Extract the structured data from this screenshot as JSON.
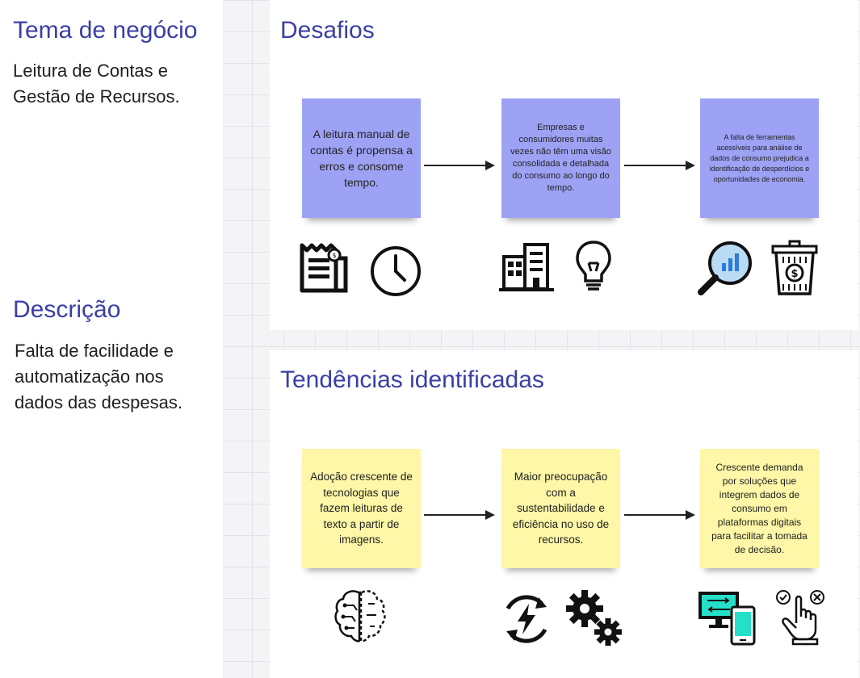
{
  "sidebar": {
    "business_title": "Tema de negócio",
    "business_text": "Leitura de Contas e Gestão de Recursos.",
    "description_title": "Descrição",
    "description_text": "Falta de facilidade e automatização nos dados das despesas."
  },
  "challenges": {
    "title": "Desafios",
    "notes": [
      "A leitura manual de contas é propensa a erros e consome tempo.",
      "Empresas e consumidores muitas vezes não têm uma visão consolidada e detalhada do consumo ao longo do tempo.",
      "A falta de ferramentas acessíveis para análise de dados de consumo prejudica a identificação de desperdícios e oportunidades de economia."
    ]
  },
  "trends": {
    "title": "Tendências identificadas",
    "notes": [
      "Adoção crescente de tecnologias que fazem leituras de texto a partir de imagens.",
      "Maior preocupação com a sustentabilidade e eficiência no uso de recursos.",
      "Crescente demanda por soluções que integrem dados de consumo em plataformas digitais para facilitar a tomada de decisão."
    ]
  },
  "colors": {
    "heading": "#3b3fa5",
    "sticky_purple": "#9da2f5",
    "sticky_yellow": "#fdf7a7",
    "accent_teal": "#25e0c8",
    "magnifier_lens": "#b9dcf4",
    "bar_blue": "#2f7bdc"
  },
  "icons": [
    "receipt-icon",
    "clock-icon",
    "building-icon",
    "lightbulb-icon",
    "magnifier-chart-icon",
    "trash-money-icon",
    "brain-circuit-icon",
    "renewable-energy-icon",
    "gears-icon",
    "devices-sync-icon",
    "hand-choice-icon"
  ]
}
